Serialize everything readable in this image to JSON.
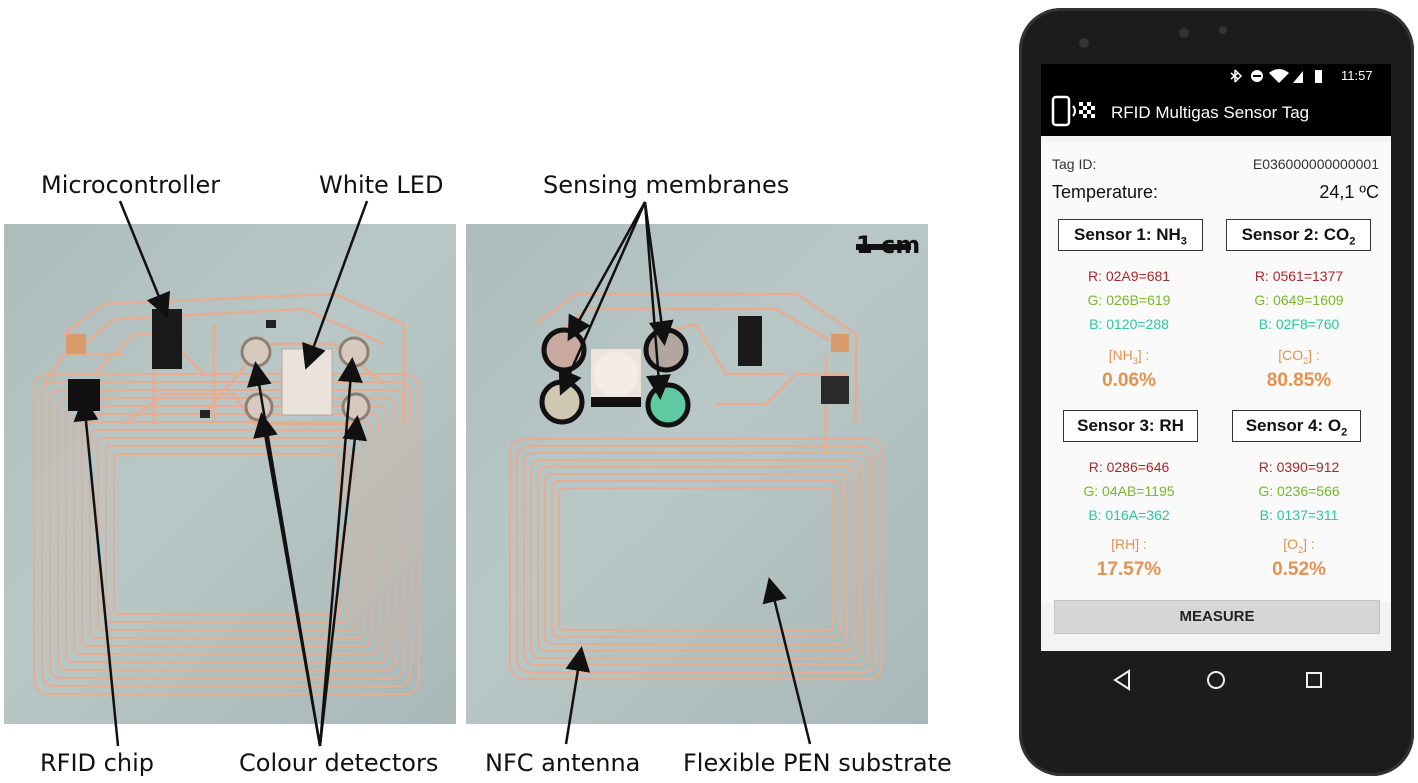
{
  "figure_labels": {
    "microcontroller": "Microcontroller",
    "white_led": "White LED",
    "sensing_membranes": "Sensing membranes",
    "scale": "1 cm",
    "rfid_chip": "RFID chip",
    "colour_detectors": "Colour detectors",
    "nfc_antenna": "NFC antenna",
    "substrate": "Flexible PEN substrate"
  },
  "status_bar": {
    "time": "11:57",
    "icons": [
      "bluetooth-icon",
      "do-not-disturb-icon",
      "wifi-icon",
      "signal-icon",
      "battery-icon"
    ]
  },
  "app": {
    "title": "RFID Multigas Sensor Tag",
    "icon": "nfc-phone-icon"
  },
  "tag": {
    "id_label": "Tag ID:",
    "id_value": "E036000000000001",
    "temp_label": "Temperature:",
    "temp_value": "24,1 ºC"
  },
  "sensors": [
    {
      "title_prefix": "Sensor 1: NH",
      "title_sub": "3",
      "r": "R: 02A9=681",
      "g": "G: 026B=619",
      "b": "B: 0120=288",
      "gas_prefix": "[NH",
      "gas_sub": "3",
      "gas_suffix": "] :",
      "value": "0.06%"
    },
    {
      "title_prefix": "Sensor 2: CO",
      "title_sub": "2",
      "r": "R: 0561=1377",
      "g": "G: 0649=1609",
      "b": "B: 02F8=760",
      "gas_prefix": "[CO",
      "gas_sub": "2",
      "gas_suffix": "] :",
      "value": "80.85%"
    },
    {
      "title_prefix": "Sensor 3: RH",
      "title_sub": "",
      "r": "R: 0286=646",
      "g": "G: 04AB=1195",
      "b": "B: 016A=362",
      "gas_prefix": "[RH",
      "gas_sub": "",
      "gas_suffix": "] :",
      "value": "17.57%"
    },
    {
      "title_prefix": "Sensor 4: O",
      "title_sub": "2",
      "r": "R: 0390=912",
      "g": "G: 0236=566",
      "b": "B: 0137=311",
      "gas_prefix": "[O",
      "gas_sub": "2",
      "gas_suffix": "] :",
      "value": "0.52%"
    }
  ],
  "measure_label": "MEASURE",
  "nav": [
    "back-icon",
    "home-icon",
    "recents-icon"
  ],
  "colors": {
    "r": "#a52a2a",
    "g": "#76b82a",
    "b": "#2ec5a0",
    "result": "#e3924f",
    "copper": "#e8b49a"
  }
}
